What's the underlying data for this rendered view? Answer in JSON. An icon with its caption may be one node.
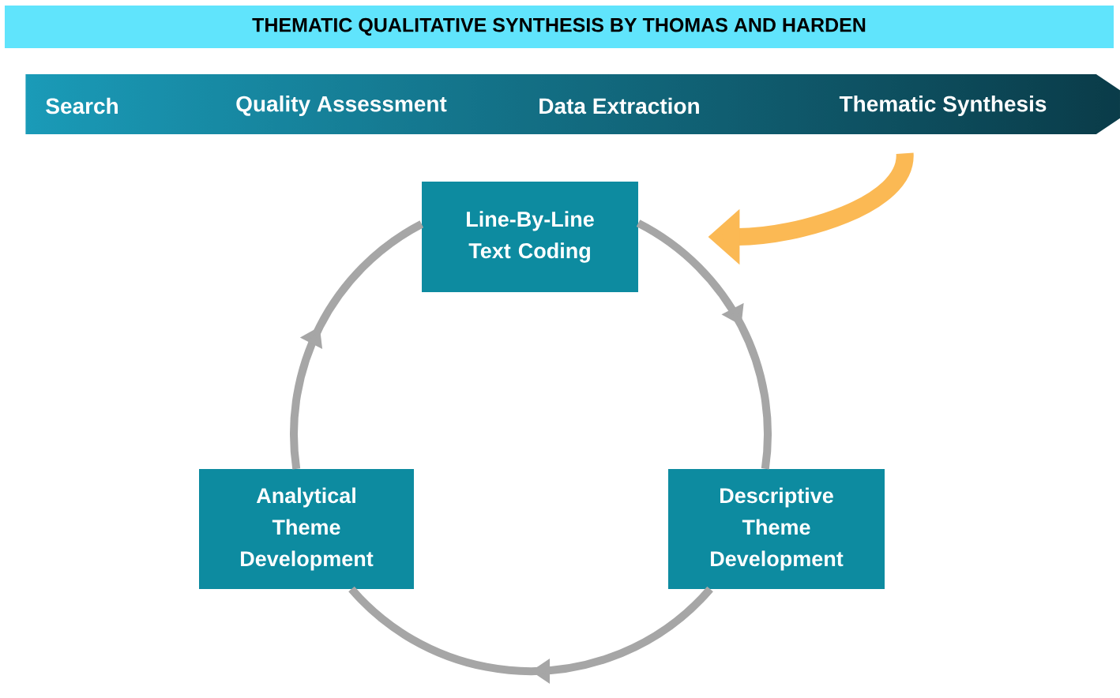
{
  "diagram": {
    "title": "THEMATIC QUALITATIVE SYNTHESIS BY THOMAS AND HARDEN",
    "nodes": [
      {
        "text": [
          "Search",
          "Quality Assessment",
          "Data Extraction",
          "Thematic Synthesis"
        ]
      },
      {
        "text": [
          "Line-By-Line Text Coding"
        ]
      },
      {
        "text": [
          "Descriptive Theme Development"
        ]
      },
      {
        "text": [
          "Analytical Theme Development"
        ]
      }
    ],
    "edges": [
      {
        "from": 0,
        "to": 1,
        "arrow": "to",
        "style": "thick",
        "color": "#fbb954"
      },
      {
        "from": 1,
        "to": 2,
        "arrow": "to"
      },
      {
        "from": 2,
        "to": 3,
        "arrow": "to"
      },
      {
        "from": 3,
        "to": 1,
        "arrow": "to"
      }
    ]
  }
}
